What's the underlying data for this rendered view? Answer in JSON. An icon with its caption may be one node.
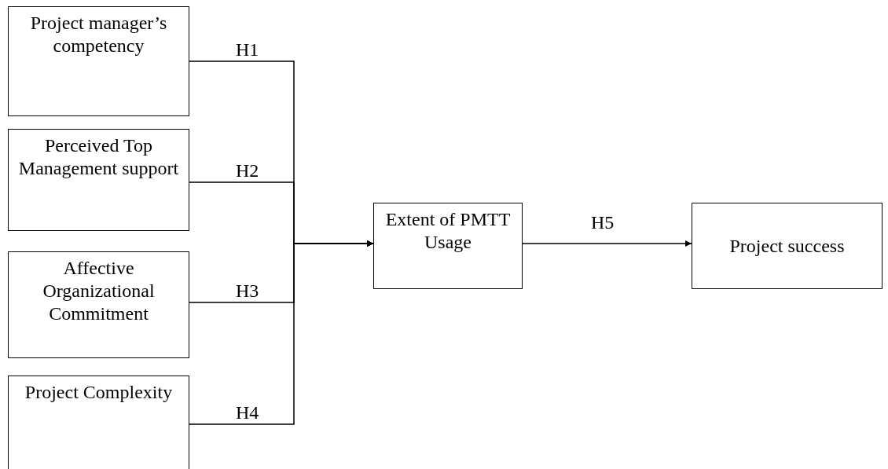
{
  "diagram": {
    "nodes": [
      {
        "text": [
          "Project manager’s competency"
        ]
      },
      {
        "text": [
          "Perceived Top Management support"
        ]
      },
      {
        "text": [
          "Affective Organizational Commitment"
        ]
      },
      {
        "text": [
          "Project Complexity"
        ]
      },
      {
        "text": [
          "Extent of PMTT Usage"
        ]
      },
      {
        "text": [
          "Project success"
        ]
      }
    ],
    "edges": [
      {
        "from": 0,
        "to": 4,
        "arrow": "to",
        "label": "H1"
      },
      {
        "from": 1,
        "to": 4,
        "arrow": "to",
        "label": "H2"
      },
      {
        "from": 2,
        "to": 4,
        "arrow": "to",
        "label": "H3"
      },
      {
        "from": 3,
        "to": 4,
        "arrow": "to",
        "label": "H4"
      },
      {
        "from": 4,
        "to": 5,
        "arrow": "to",
        "label": "H5"
      }
    ]
  }
}
